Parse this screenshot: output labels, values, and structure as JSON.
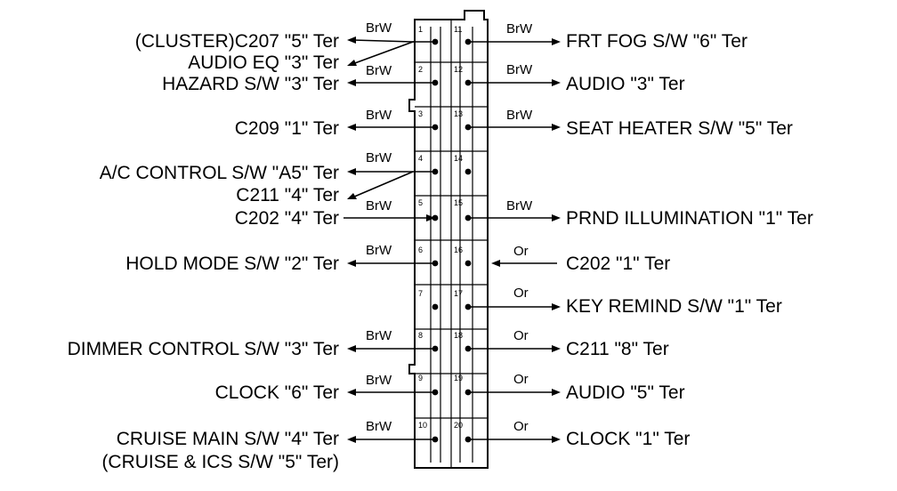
{
  "left_items": [
    {
      "label": "(CLUSTER)C207 \"5\" Ter",
      "wire": "BrW"
    },
    {
      "label": "AUDIO EQ \"3\" Ter",
      "wire": ""
    },
    {
      "label": "HAZARD S/W \"3\" Ter",
      "wire": "BrW"
    },
    {
      "label": "C209 \"1\" Ter",
      "wire": "BrW"
    },
    {
      "label": "A/C CONTROL S/W \"A5\" Ter",
      "wire": "BrW"
    },
    {
      "label": "C211 \"4\" Ter",
      "wire": ""
    },
    {
      "label": "C202 \"4\" Ter",
      "wire": "BrW"
    },
    {
      "label": "HOLD MODE S/W \"2\" Ter",
      "wire": "BrW"
    },
    {
      "label": "DIMMER CONTROL S/W \"3\" Ter",
      "wire": "BrW"
    },
    {
      "label": "CLOCK \"6\" Ter",
      "wire": "BrW"
    },
    {
      "label": "CRUISE MAIN S/W \"4\" Ter",
      "wire": "BrW"
    },
    {
      "label": "(CRUISE & ICS S/W \"5\" Ter)",
      "wire": ""
    }
  ],
  "right_items": [
    {
      "label": "FRT FOG S/W \"6\" Ter",
      "wire": "BrW"
    },
    {
      "label": "AUDIO \"3\" Ter",
      "wire": "BrW"
    },
    {
      "label": "SEAT HEATER S/W \"5\" Ter",
      "wire": "BrW"
    },
    {
      "label": "PRND ILLUMINATION \"1\" Ter",
      "wire": "BrW"
    },
    {
      "label": "C202 \"1\" Ter",
      "wire": "Or"
    },
    {
      "label": "KEY REMIND S/W \"1\" Ter",
      "wire": "Or"
    },
    {
      "label": "C211 \"8\" Ter",
      "wire": "Or"
    },
    {
      "label": "AUDIO \"5\" Ter",
      "wire": "Or"
    },
    {
      "label": "CLOCK \"1\" Ter",
      "wire": "Or"
    }
  ],
  "connector": {
    "left_pins": [
      "1",
      "2",
      "3",
      "4",
      "5",
      "6",
      "7",
      "8",
      "9",
      "10"
    ],
    "right_pins": [
      "11",
      "12",
      "13",
      "14",
      "15",
      "16",
      "17",
      "18",
      "19",
      "20"
    ]
  }
}
